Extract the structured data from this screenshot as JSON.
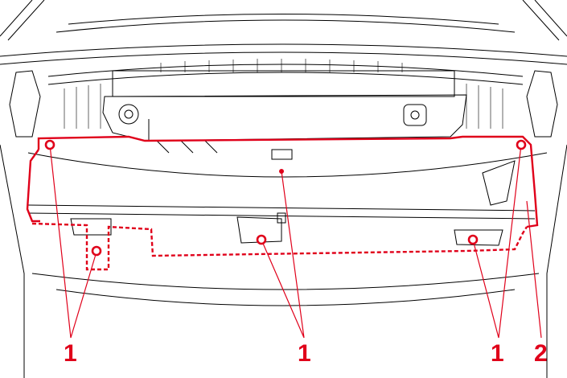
{
  "callouts": {
    "left": "1",
    "center": "1",
    "right": "1",
    "panel": "2"
  },
  "colors": {
    "highlight": "#e0001a",
    "line": "#000000"
  }
}
